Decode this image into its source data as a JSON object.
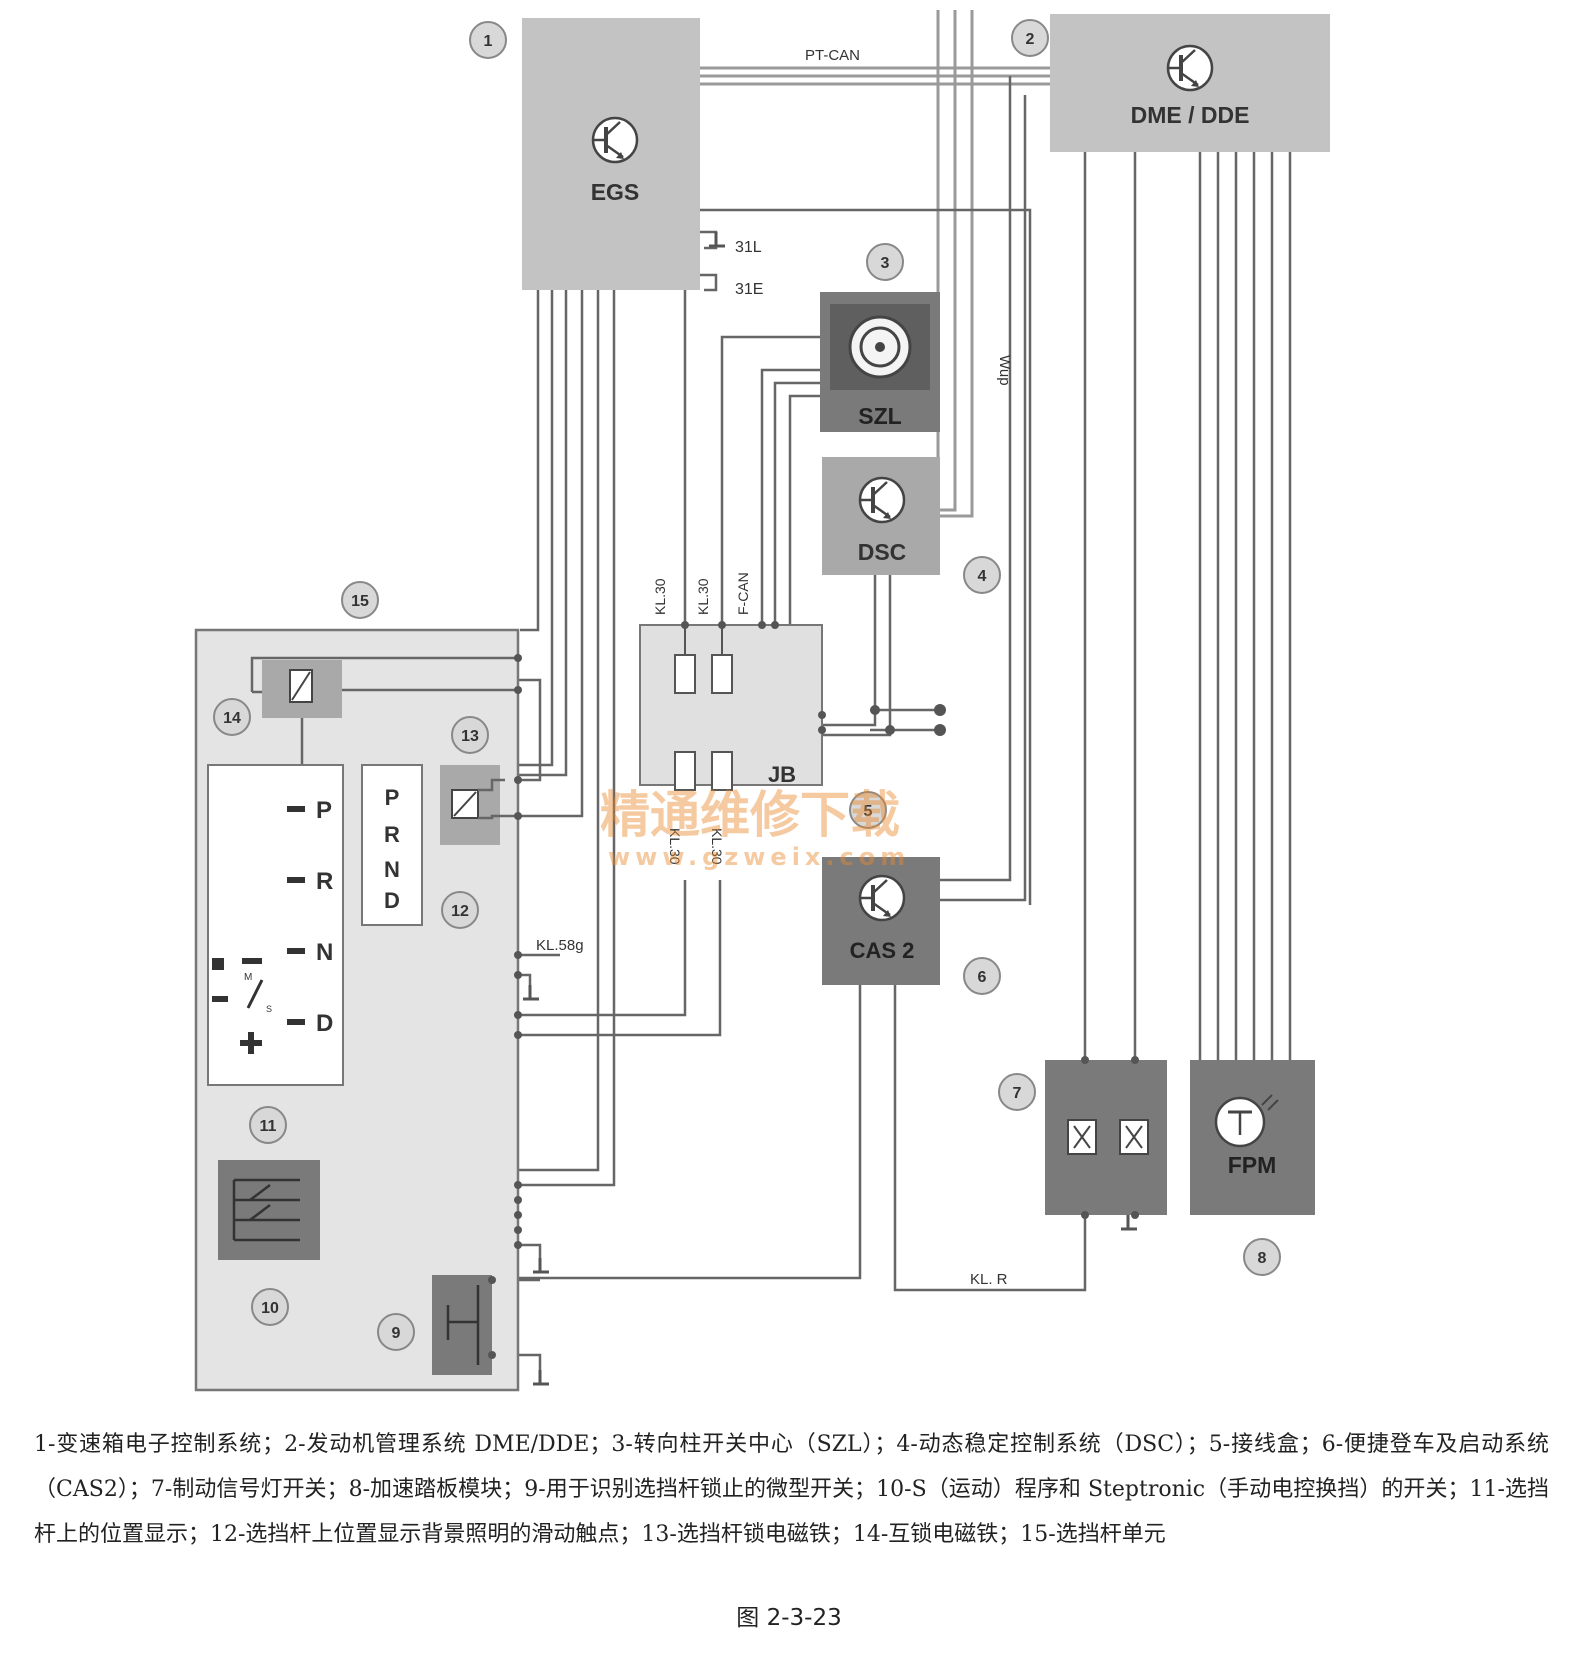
{
  "modules": {
    "egs": "EGS",
    "dme": "DME / DDE",
    "szl": "SZL",
    "dsc": "DSC",
    "jb": "JB",
    "cas2": "CAS 2",
    "fpm": "FPM"
  },
  "bus_labels": {
    "pt_can": "PT-CAN",
    "kl_31l": "31L",
    "kl_31e": "31E",
    "w_up": "Wup",
    "kl30_a": "KL.30",
    "kl30_b": "KL.30",
    "f_can": "F-CAN",
    "kl30_c": "KL.30",
    "kl30_d": "KL.30",
    "kl58g": "KL.58g",
    "kl_r": "KL. R"
  },
  "selector_positions": [
    "P",
    "R",
    "N",
    "D"
  ],
  "prnd_display": [
    "P",
    "R",
    "N",
    "D"
  ],
  "ms_symbol": {
    "m": "M",
    "s": "S"
  },
  "callouts": [
    "1",
    "2",
    "3",
    "4",
    "5",
    "6",
    "7",
    "8",
    "9",
    "10",
    "11",
    "12",
    "13",
    "14",
    "15"
  ],
  "watermark": {
    "line1": "精通维修下载",
    "line2": "www.gzweix.com"
  },
  "caption": "1-变速箱电子控制系统；2-发动机管理系统 DME/DDE；3-转向柱开关中心（SZL）；4-动态稳定控制系统（DSC）；5-接线盒；6-便捷登车及启动系统（CAS2）；7-制动信号灯开关；8-加速踏板模块；9-用于识别选挡杆锁止的微型开关；10-S（运动）程序和 Steptronic（手动电控换挡）的开关；11-选挡杆上的位置显示；12-选挡杆上位置显示背景照明的滑动触点；13-选挡杆锁电磁铁；14-互锁电磁铁；15-选挡杆单元",
  "figure_number": "图 2-3-23",
  "colors": {
    "module": "#c3c3c3",
    "dark_module": "#7a7a7a",
    "wire": "#555555",
    "unit_bg": "#e4e4e4"
  }
}
